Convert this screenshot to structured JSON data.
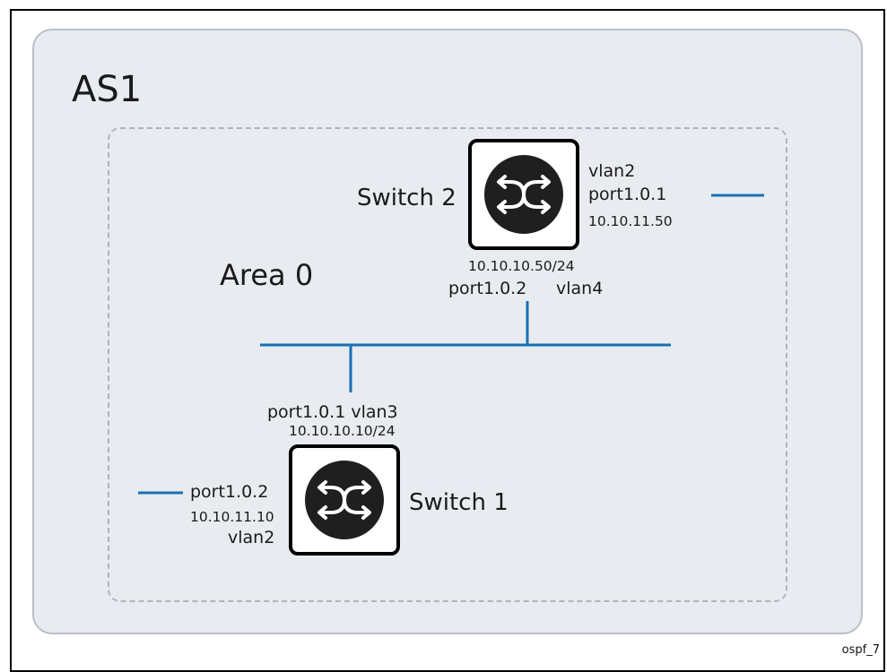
{
  "diagram": {
    "as_label": "AS1",
    "area_label": "Area 0",
    "figure_id": "ospf_7"
  },
  "switch2": {
    "name": "Switch 2",
    "top_vlan": "vlan2",
    "top_port": "port1.0.1",
    "top_ip": "10.10.11.50",
    "bottom_ip": "10.10.10.50/24",
    "bottom_port": "port1.0.2",
    "bottom_vlan": "vlan4",
    "icon": "switch-icon"
  },
  "switch1": {
    "name": "Switch 1",
    "top_port_vlan": "port1.0.1 vlan3",
    "top_ip": "10.10.10.10/24",
    "left_port": "port1.0.2",
    "left_ip": "10.10.11.10",
    "left_vlan": "vlan2",
    "icon": "switch-icon"
  },
  "colors": {
    "link": "#1a6fb5",
    "as_fill": "#e8ebef",
    "switch_icon": "#1f1f1f"
  }
}
